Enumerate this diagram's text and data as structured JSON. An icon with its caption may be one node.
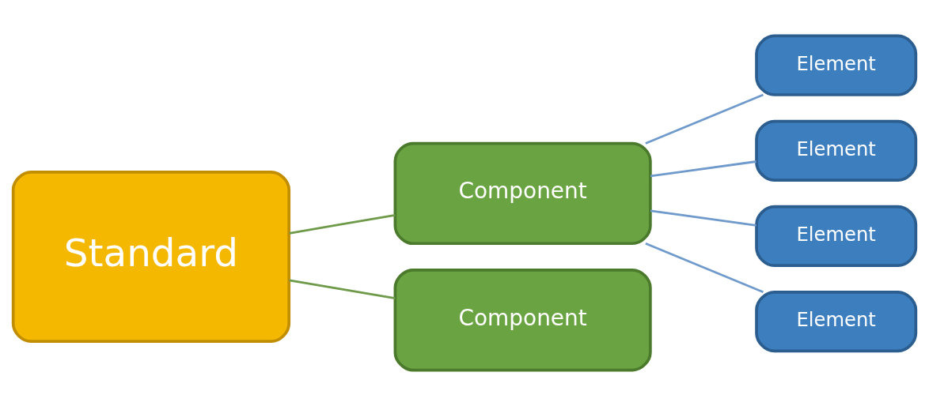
{
  "diagram": {
    "nodes": [
      {
        "text": [
          "Standard"
        ]
      },
      {
        "text": [
          "Component"
        ]
      },
      {
        "text": [
          "Component"
        ]
      },
      {
        "text": [
          "Element"
        ]
      },
      {
        "text": [
          "Element"
        ]
      },
      {
        "text": [
          "Element"
        ]
      },
      {
        "text": [
          "Element"
        ]
      }
    ],
    "edges": [
      {
        "from": 0,
        "to": 1,
        "arrow": "none",
        "color": "#6e9a4a"
      },
      {
        "from": 0,
        "to": 2,
        "arrow": "none",
        "color": "#6e9a4a"
      },
      {
        "from": 1,
        "to": 3,
        "arrow": "none"
      },
      {
        "from": 1,
        "to": 4,
        "arrow": "none"
      },
      {
        "from": 1,
        "to": 5,
        "arrow": "none"
      },
      {
        "from": 1,
        "to": 6,
        "arrow": "none"
      }
    ]
  }
}
